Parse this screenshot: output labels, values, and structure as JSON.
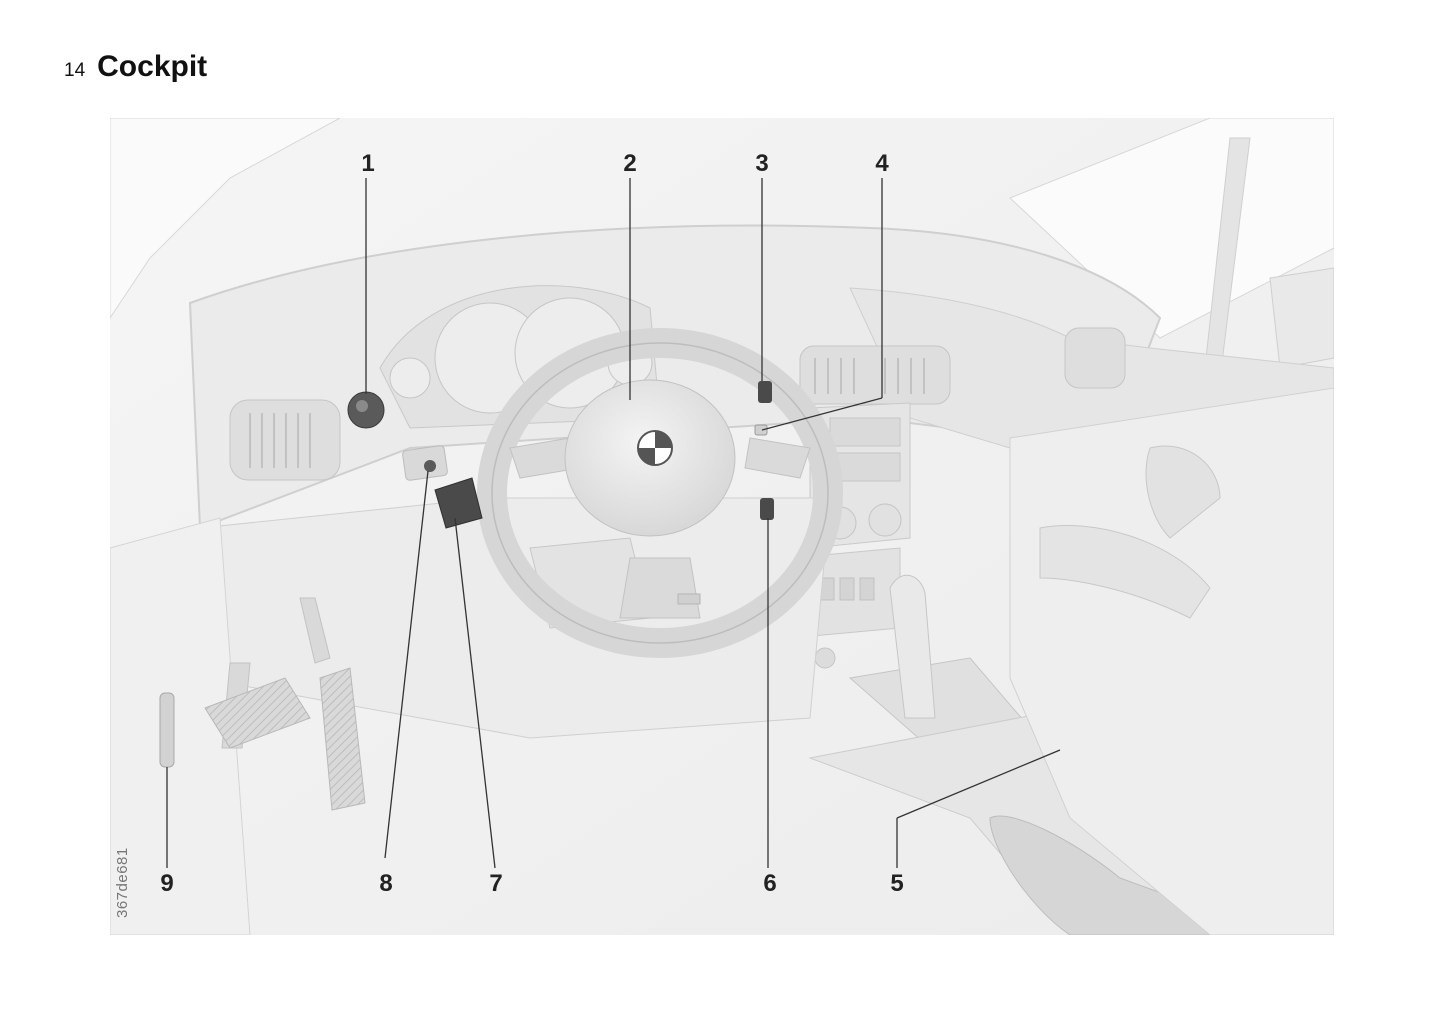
{
  "header": {
    "page_number": "14",
    "title": "Cockpit"
  },
  "figure": {
    "id": "367de681",
    "callouts": [
      "1",
      "2",
      "3",
      "4",
      "5",
      "6",
      "7",
      "8",
      "9"
    ],
    "emblem": "bmw-roundel",
    "colors": {
      "background": "#f3f3f3",
      "stroke": "#cfcfcf",
      "dark_part": "#4a4a4a",
      "leader": "#333333"
    }
  }
}
